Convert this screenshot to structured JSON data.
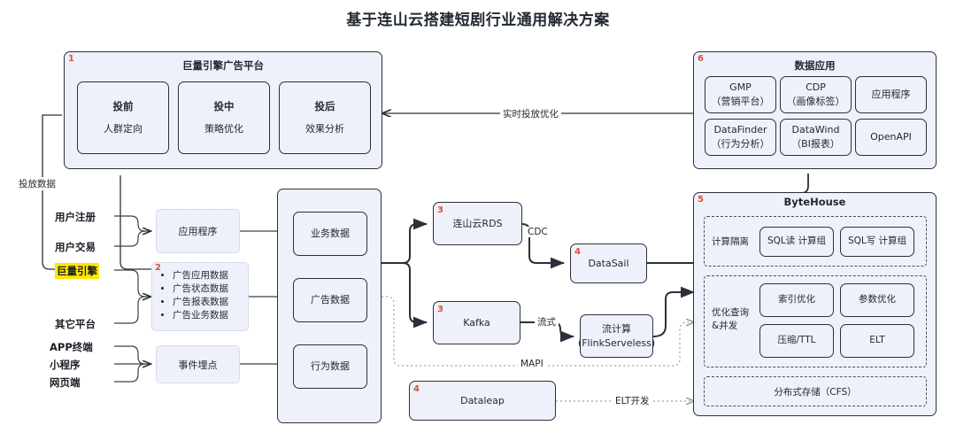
{
  "title": "基于连山云搭建短剧行业通用解决方案",
  "box1": {
    "number": "1",
    "title": "巨量引擎广告平台",
    "stages": [
      {
        "name": "投前",
        "desc": "人群定向"
      },
      {
        "name": "投中",
        "desc": "策略优化"
      },
      {
        "name": "投后",
        "desc": "效果分析"
      }
    ]
  },
  "box6": {
    "number": "6",
    "title": "数据应用",
    "items": [
      {
        "line1": "GMP",
        "line2": "（营销平台）"
      },
      {
        "line1": "CDP",
        "line2": "（画像标签）"
      },
      {
        "line1": "应用程序",
        "line2": ""
      },
      {
        "line1": "DataFinder",
        "line2": "（行为分析）"
      },
      {
        "line1": "DataWind",
        "line2": "（BI报表）"
      },
      {
        "line1": "OpenAPI",
        "line2": ""
      }
    ]
  },
  "sources": {
    "group1": [
      "用户注册",
      "用户交易"
    ],
    "group2": [
      "巨量引擎",
      "其它平台"
    ],
    "group3": [
      "APP终端",
      "小程序",
      "网页端"
    ],
    "highlighted": "巨量引擎"
  },
  "collectors": {
    "app": "应用程序",
    "events": "事件埋点",
    "ads": {
      "number": "2",
      "items": [
        "广告应用数据",
        "广告状态数据",
        "广告报表数据",
        "广告业务数据"
      ]
    }
  },
  "datastore": {
    "items": [
      "业务数据",
      "广告数据",
      "行为数据"
    ]
  },
  "pipeline": {
    "rds": {
      "number": "3",
      "label": "连山云RDS"
    },
    "kafka": {
      "number": "3",
      "label": "Kafka"
    },
    "datasail": {
      "number": "4",
      "label": "DataSail"
    },
    "streaming": {
      "number": "",
      "line1": "流计算",
      "line2": "(FlinkServeless)"
    },
    "dataleap": {
      "number": "4",
      "label": "Dataleap"
    }
  },
  "box5": {
    "number": "5",
    "title": "ByteHouse",
    "group_compute": {
      "label": "计算隔离",
      "items": [
        "SQL读 计算组",
        "SQL写 计算组"
      ]
    },
    "group_query": {
      "label_line1": "优化查询",
      "label_line2": "&并发",
      "items": [
        "索引优化",
        "参数优化",
        "压缩/TTL",
        "ELT"
      ]
    },
    "group_storage": {
      "label": "分布式存储（CFS）"
    }
  },
  "edges": {
    "realtime": "实时投放优化",
    "delivery_data": "投放数据",
    "cdc": "CDC",
    "streaming": "流式",
    "mapi": "MAPI",
    "elt_dev": "ELT开发"
  },
  "colors": {
    "panel_fill": "#eef1fa",
    "panel_border": "#2b303a",
    "badge": "#d9503f",
    "highlight": "#ffe600",
    "wire": "#2b303a",
    "wire_light": "#6b7280"
  }
}
